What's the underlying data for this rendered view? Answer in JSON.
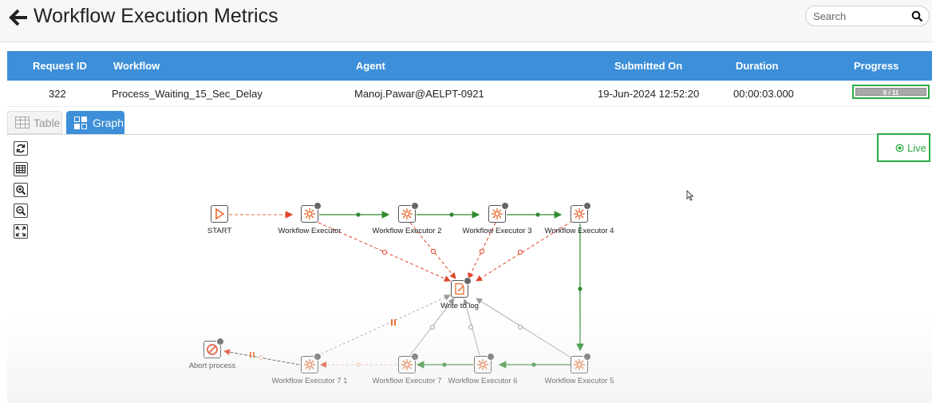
{
  "header": {
    "title": "Workflow Execution Metrics",
    "search_placeholder": "Search"
  },
  "table": {
    "columns": [
      "Request ID",
      "Workflow",
      "Agent",
      "Submitted On",
      "Duration",
      "Progress"
    ],
    "row": {
      "request_id": "322",
      "workflow": "Process_Waiting_15_Sec_Delay",
      "agent": "Manoj.Pawar@AELPT-0921",
      "submitted_on": "19-Jun-2024 12:52:20",
      "duration": "00:00:03.000",
      "progress_text": "0 / 11",
      "progress_fraction": 0
    }
  },
  "tabs": {
    "table_label": "Table",
    "graph_label": "Graph",
    "active": "Graph"
  },
  "graph": {
    "live_label": "Live",
    "toolbar_icons": [
      "refresh-icon",
      "table-view-icon",
      "zoom-in-icon",
      "zoom-out-icon",
      "fit-screen-icon"
    ],
    "nodes": {
      "start": "START",
      "we1": "Workflow Executor",
      "we2": "Workflow Executor 2",
      "we3": "Workflow Executor 3",
      "we4": "Workflow Executor 4",
      "log": "Write to log",
      "abort": "Abort process",
      "we71": "Workflow Executor 7 1",
      "we7": "Workflow Executor 7",
      "we6": "Workflow Executor 6",
      "we5": "Workflow Executor 5"
    }
  },
  "colors": {
    "header_blue": "#3c8fd8",
    "highlight_green": "#2eaa45",
    "success_edge": "#2e8b2e",
    "error_edge": "#e0462b",
    "node_orange": "#e8682a"
  }
}
